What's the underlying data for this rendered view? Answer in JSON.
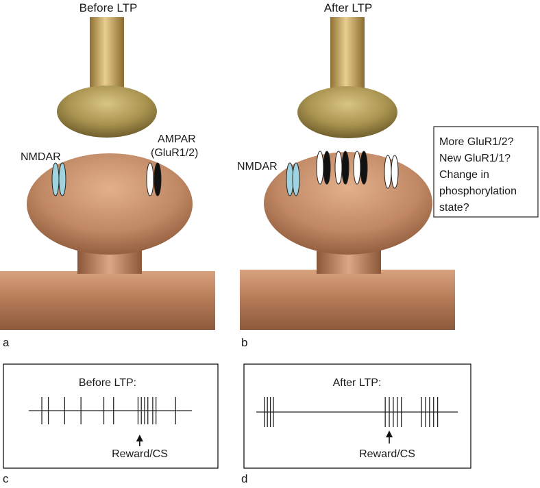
{
  "panels": {
    "a": {
      "title": "Before LTP",
      "nmdar_label": "NMDAR",
      "ampar_label_line1": "AMPAR",
      "ampar_label_line2": "(GluR1/2)",
      "letter": "a"
    },
    "b": {
      "title": "After LTP",
      "nmdar_label": "NMDAR",
      "letter": "b",
      "questions": [
        "More GluR1/2?",
        "New GluR1/1?",
        "Change in",
        "phosphorylation",
        "state?"
      ]
    },
    "c": {
      "title": "Before LTP:",
      "marker_label": "Reward/CS",
      "letter": "c"
    },
    "d": {
      "title": "After LTP:",
      "marker_label": "Reward/CS",
      "letter": "d"
    }
  },
  "colors": {
    "axon": "#c9a862",
    "terminal": "#a89552",
    "spine": "#c08864",
    "dendrite": "#b87f5a",
    "nmdar": "#9fd3e0",
    "ampar_dark": "#111111",
    "ampar_light": "#ffffff"
  },
  "spike_trains": {
    "c": {
      "spikes": [
        0.08,
        0.12,
        0.22,
        0.32,
        0.46,
        0.52,
        0.67,
        0.69,
        0.71,
        0.73,
        0.76,
        0.78,
        0.9
      ],
      "marker": 0.68
    },
    "d": {
      "spikes": [
        0.04,
        0.055,
        0.07,
        0.085,
        0.64,
        0.66,
        0.68,
        0.7,
        0.72,
        0.82,
        0.84,
        0.86,
        0.88,
        0.9
      ],
      "marker": 0.66
    }
  }
}
